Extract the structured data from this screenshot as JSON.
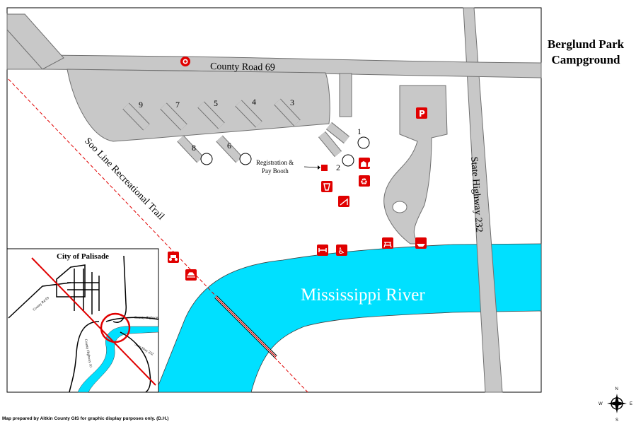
{
  "title": {
    "line1": "Berglund Park",
    "line2": "Campground"
  },
  "footer": "Map prepared by Aitkin County GIS for graphic display purposes only. (D.H.)",
  "roads": {
    "county_road": "County Road 69",
    "state_highway": "State Highway 232",
    "trail": "Soo Line Recreational Trail"
  },
  "river": "Mississippi River",
  "registration": {
    "line1": "Registration &",
    "line2": "Pay Booth"
  },
  "campsites": [
    "1",
    "2",
    "3",
    "4",
    "5",
    "6",
    "7",
    "8",
    "9"
  ],
  "inset": {
    "title": "City of Palisade",
    "county_highway_label": "County Highway",
    "state_hwy_label": "State Hwy 232",
    "county_hwy_label_2": "County Highway 10",
    "county_rd_label": "County Rd 69"
  },
  "compass": {
    "n": "N",
    "s": "S",
    "e": "E",
    "w": "W"
  },
  "icons": [
    "fire-ring-icon",
    "parking-icon",
    "restroom-icon",
    "recycling-icon",
    "trash-icon",
    "ramp-icon",
    "fishing-pier-icon",
    "accessible-icon",
    "picnic-table-icon",
    "boat-launch-icon",
    "atv-icon",
    "snowmobile-icon"
  ],
  "colors": {
    "road": "#c8c8c8",
    "road_edge": "#707070",
    "river": "#00e0ff",
    "trail": "#e00000",
    "icon": "#e00000"
  }
}
